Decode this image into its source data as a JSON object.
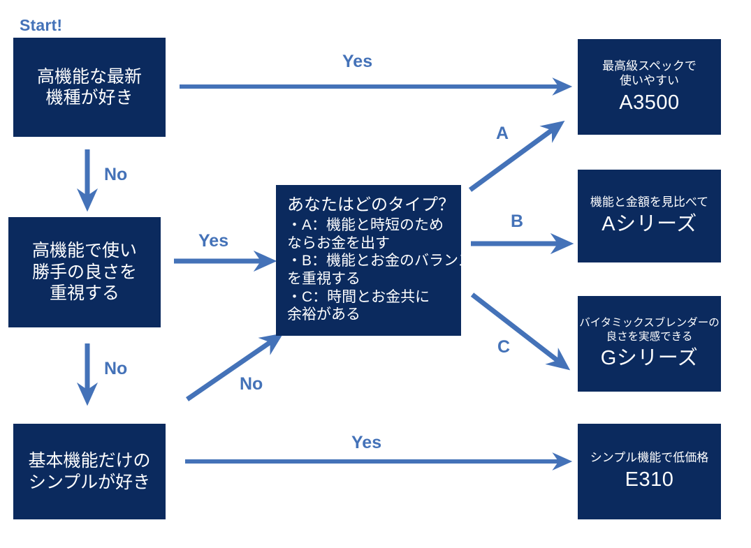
{
  "diagram": {
    "title_label": "Start!",
    "accent_color": "#4472b8",
    "node_color": "#0b2a5e",
    "node_text_color": "#ffffff",
    "background": "#ffffff"
  },
  "nodes": {
    "q1": {
      "line1": "高機能な最新",
      "line2": "機種が好き"
    },
    "q2": {
      "line1": "高機能で使い",
      "line2": "勝手の良さを",
      "line3": "重視する"
    },
    "q3": {
      "line1": "基本機能だけの",
      "line2": "シンプルが好き"
    },
    "decision": {
      "head": "あなたはどのタイプ？",
      "a1": "・A：機能と時短のため",
      "a2": "ならお金を出す",
      "b1": "・B：機能とお金のバランス",
      "b2": "を重視する",
      "c1": "・C：時間とお金共に",
      "c2": "余裕がある"
    },
    "r1": {
      "sub1": "最高級スペックで",
      "sub2": "使いやすい",
      "model": "A3500"
    },
    "r2": {
      "sub1": "機能と金額を見比べて",
      "model": "Aシリーズ"
    },
    "r3": {
      "sub1": "バイタミックスブレンダーの",
      "sub2": "良さを実感できる",
      "model": "Gシリーズ"
    },
    "r4": {
      "sub1": "シンプル機能で低価格",
      "model": "E310"
    }
  },
  "edges": {
    "q1_yes": "Yes",
    "q1_no": "No",
    "q2_yes": "Yes",
    "q2_no": "No",
    "q3_no": "No",
    "q3_yes": "Yes",
    "type_a": "A",
    "type_b": "B",
    "type_c": "C"
  }
}
